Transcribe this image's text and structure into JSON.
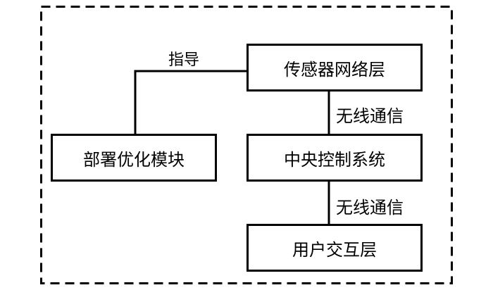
{
  "diagram": {
    "colors": {
      "line": "#000000",
      "background": "#ffffff"
    },
    "nodes": [
      {
        "id": "sensor-network-layer",
        "label": "传感器网络层"
      },
      {
        "id": "deployment-optimization-module",
        "label": "部署优化模块"
      },
      {
        "id": "central-control-system",
        "label": "中央控制系统"
      },
      {
        "id": "user-interaction-layer",
        "label": "用户交互层"
      }
    ],
    "edges": [
      {
        "from": "deployment-optimization-module",
        "to": "sensor-network-layer",
        "label": "指导"
      },
      {
        "from": "sensor-network-layer",
        "to": "central-control-system",
        "label": "无线通信"
      },
      {
        "from": "central-control-system",
        "to": "user-interaction-layer",
        "label": "无线通信"
      }
    ]
  }
}
